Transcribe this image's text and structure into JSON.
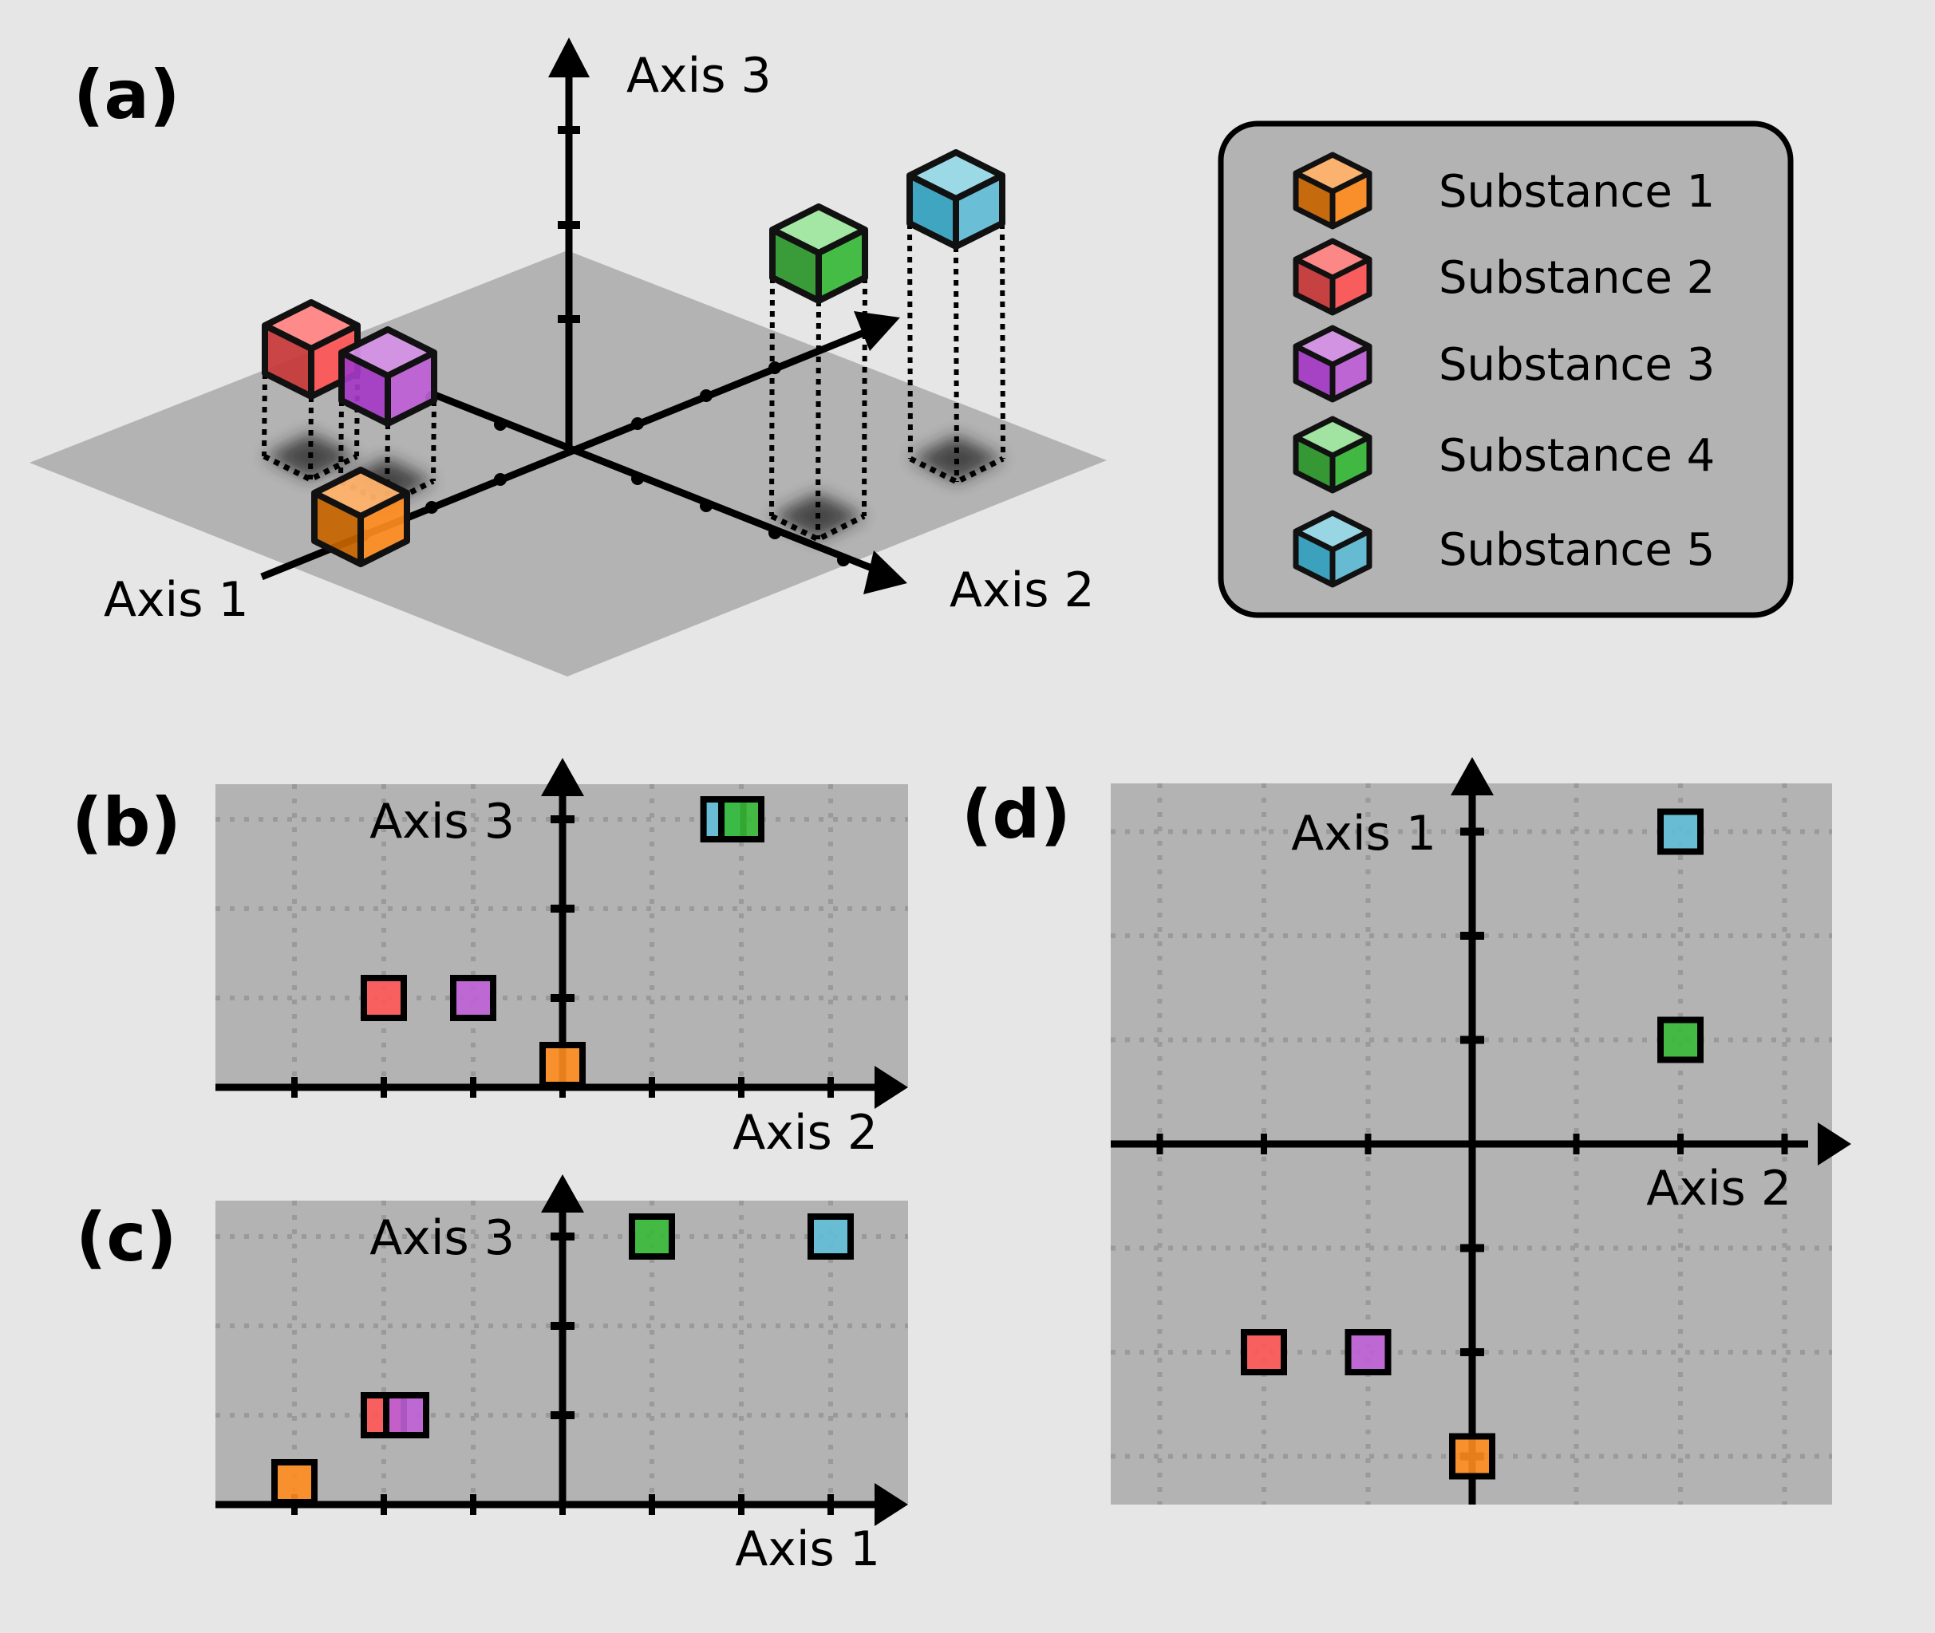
{
  "panels": {
    "a": {
      "label": "(a)",
      "axis_labels": {
        "axis1": "Axis 1",
        "axis2": "Axis 2",
        "axis3": "Axis 3"
      }
    },
    "b": {
      "label": "(b)",
      "x_label": "Axis 2",
      "y_label": "Axis 3"
    },
    "c": {
      "label": "(c)",
      "x_label": "Axis 1",
      "y_label": "Axis 3"
    },
    "d": {
      "label": "(d)",
      "x_label": "Axis 2",
      "y_label": "Axis 1"
    }
  },
  "legend": {
    "items": [
      {
        "label": "Substance 1",
        "top": "#FFB26A",
        "left": "#C86400",
        "right": "#FF8C1E"
      },
      {
        "label": "Substance 2",
        "top": "#FF8585",
        "left": "#C83737",
        "right": "#FF5555"
      },
      {
        "label": "Substance 3",
        "top": "#D492E5",
        "left": "#A53AC5",
        "right": "#BE5FD6"
      },
      {
        "label": "Substance 4",
        "top": "#A0E6A0",
        "left": "#2A962A",
        "right": "#37B937"
      },
      {
        "label": "Substance 5",
        "top": "#98D8E6",
        "left": "#32A0BE",
        "right": "#5FBCD6"
      }
    ]
  },
  "chart_data": [
    {
      "type": "scatter",
      "panel": "a",
      "title": "(a) 3D view of substances",
      "axes": [
        "Axis 1",
        "Axis 2",
        "Axis 3"
      ],
      "ticks_per_axis": 3,
      "points": [
        {
          "name": "Substance 1",
          "axis1": -3,
          "axis2": 0,
          "axis3": 0.25
        },
        {
          "name": "Substance 2",
          "axis1": -2,
          "axis2": -2,
          "axis3": 1
        },
        {
          "name": "Substance 3",
          "axis1": -2,
          "axis2": -1,
          "axis3": 1
        },
        {
          "name": "Substance 4",
          "axis1": 1,
          "axis2": 2,
          "axis3": 3
        },
        {
          "name": "Substance 5",
          "axis1": 3,
          "axis2": 2,
          "axis3": 3
        }
      ]
    },
    {
      "type": "scatter",
      "panel": "b",
      "title": "(b)",
      "xlabel": "Axis 2",
      "ylabel": "Axis 3",
      "xlim": [
        -3.5,
        3.5
      ],
      "ylim": [
        0,
        3.5
      ],
      "grid": true,
      "points": [
        {
          "name": "Substance 1",
          "x": 0,
          "y": 0.25
        },
        {
          "name": "Substance 2",
          "x": -2,
          "y": 1
        },
        {
          "name": "Substance 3",
          "x": -1,
          "y": 1
        },
        {
          "name": "Substance 5",
          "x": 1.8,
          "y": 3
        },
        {
          "name": "Substance 4",
          "x": 2,
          "y": 3
        }
      ]
    },
    {
      "type": "scatter",
      "panel": "c",
      "title": "(c)",
      "xlabel": "Axis 1",
      "ylabel": "Axis 3",
      "xlim": [
        -3.5,
        3.5
      ],
      "ylim": [
        0,
        3.5
      ],
      "grid": true,
      "points": [
        {
          "name": "Substance 1",
          "x": -3,
          "y": 0.25
        },
        {
          "name": "Substance 2",
          "x": -2,
          "y": 1
        },
        {
          "name": "Substance 3",
          "x": -1.75,
          "y": 1
        },
        {
          "name": "Substance 4",
          "x": 1,
          "y": 3
        },
        {
          "name": "Substance 5",
          "x": 3,
          "y": 3
        }
      ]
    },
    {
      "type": "scatter",
      "panel": "d",
      "title": "(d)",
      "xlabel": "Axis 2",
      "ylabel": "Axis 1",
      "xlim": [
        -3.5,
        3.5
      ],
      "ylim": [
        -3.5,
        3.5
      ],
      "grid": true,
      "points": [
        {
          "name": "Substance 1",
          "x": 0,
          "y": -3
        },
        {
          "name": "Substance 2",
          "x": -2,
          "y": -2
        },
        {
          "name": "Substance 3",
          "x": -1,
          "y": -2
        },
        {
          "name": "Substance 4",
          "x": 2,
          "y": 1
        },
        {
          "name": "Substance 5",
          "x": 2,
          "y": 3
        }
      ]
    }
  ]
}
